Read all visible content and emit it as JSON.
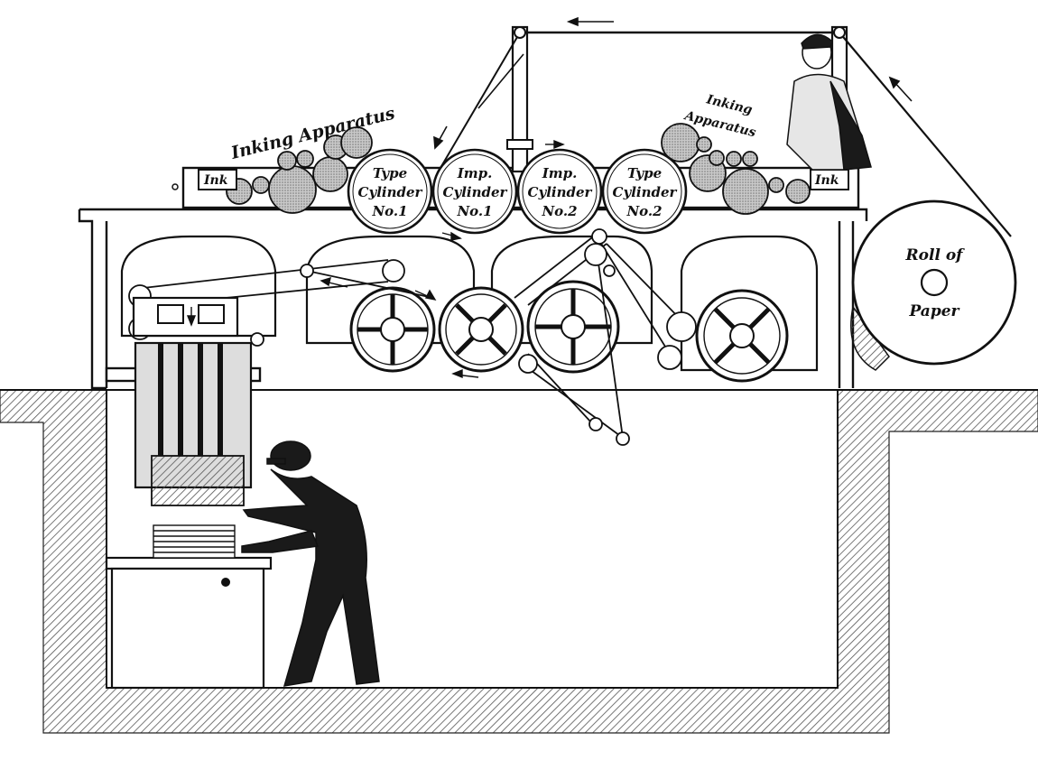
{
  "labels": {
    "inking_left": "Inking Apparatus",
    "inking_right_line1": "Inking",
    "inking_right_line2": "Apparatus",
    "ink_left": "Ink",
    "ink_right": "Ink",
    "roll_line1": "Roll of",
    "roll_line2": "Paper"
  },
  "cylinders": [
    {
      "line1": "Type",
      "line2": "Cylinder",
      "line3": "No.1"
    },
    {
      "line1": "Imp.",
      "line2": "Cylinder",
      "line3": "No.1"
    },
    {
      "line1": "Imp.",
      "line2": "Cylinder",
      "line3": "No.2"
    },
    {
      "line1": "Type",
      "line2": "Cylinder",
      "line3": "No.2"
    }
  ],
  "caption": "",
  "colors": {
    "ink": "#111111",
    "paper": "#ffffff",
    "hatch": "#555555",
    "roller": "#bdbdbd"
  }
}
